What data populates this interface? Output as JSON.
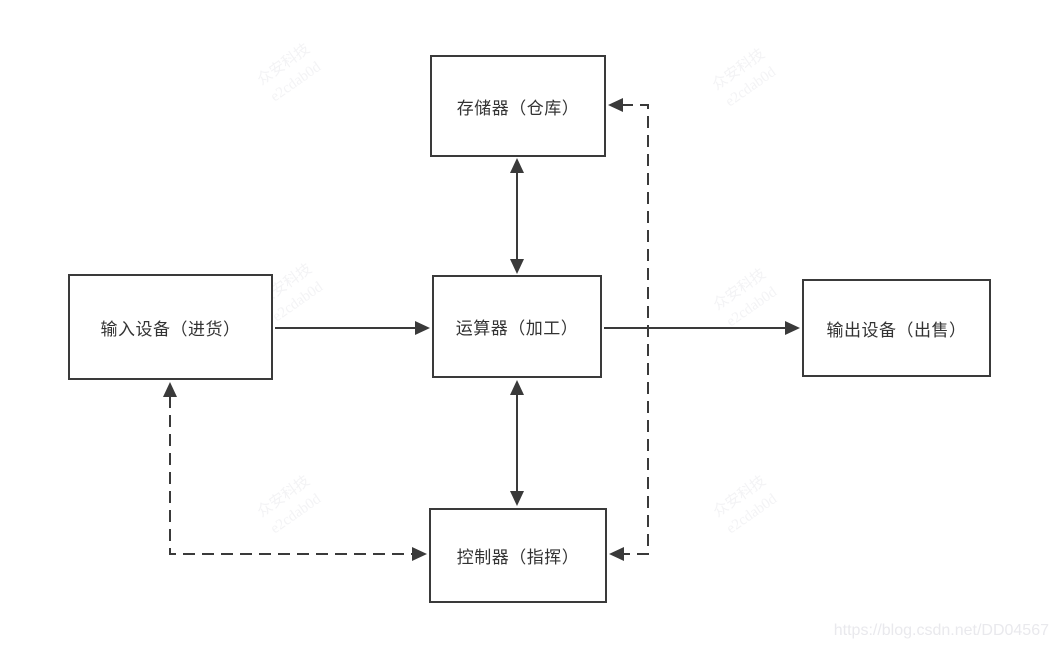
{
  "diagram": {
    "nodes": [
      {
        "id": "memory",
        "label": "存储器（仓库）"
      },
      {
        "id": "input",
        "label": "输入设备（进货）"
      },
      {
        "id": "alu",
        "label": "运算器（加工）"
      },
      {
        "id": "output",
        "label": "输出设备（出售）"
      },
      {
        "id": "control",
        "label": "控制器（指挥）"
      }
    ],
    "edges": [
      {
        "id": "memory-alu",
        "from": "memory",
        "to": "alu",
        "style": "solid",
        "arrows": "both"
      },
      {
        "id": "input-alu",
        "from": "input",
        "to": "alu",
        "style": "solid",
        "arrows": "to"
      },
      {
        "id": "alu-output",
        "from": "alu",
        "to": "output",
        "style": "solid",
        "arrows": "to"
      },
      {
        "id": "alu-control",
        "from": "alu",
        "to": "control",
        "style": "solid",
        "arrows": "both"
      },
      {
        "id": "control-memory",
        "from": "control",
        "to": "memory",
        "style": "dashed",
        "arrows": "both"
      },
      {
        "id": "control-input",
        "from": "control",
        "to": "input",
        "style": "dashed",
        "arrows": "both"
      }
    ]
  },
  "watermarks": {
    "tile_line1": "众安科技",
    "tile_line2": "e2cdab0d",
    "url": "https://blog.csdn.net/DD04567"
  },
  "colors": {
    "line": "#3a3a3a",
    "node_border": "#3a3a3a",
    "node_text": "#333333",
    "background": "#ffffff",
    "watermark_tile": "#f3f3f5",
    "watermark_url": "#e9e9ed"
  }
}
